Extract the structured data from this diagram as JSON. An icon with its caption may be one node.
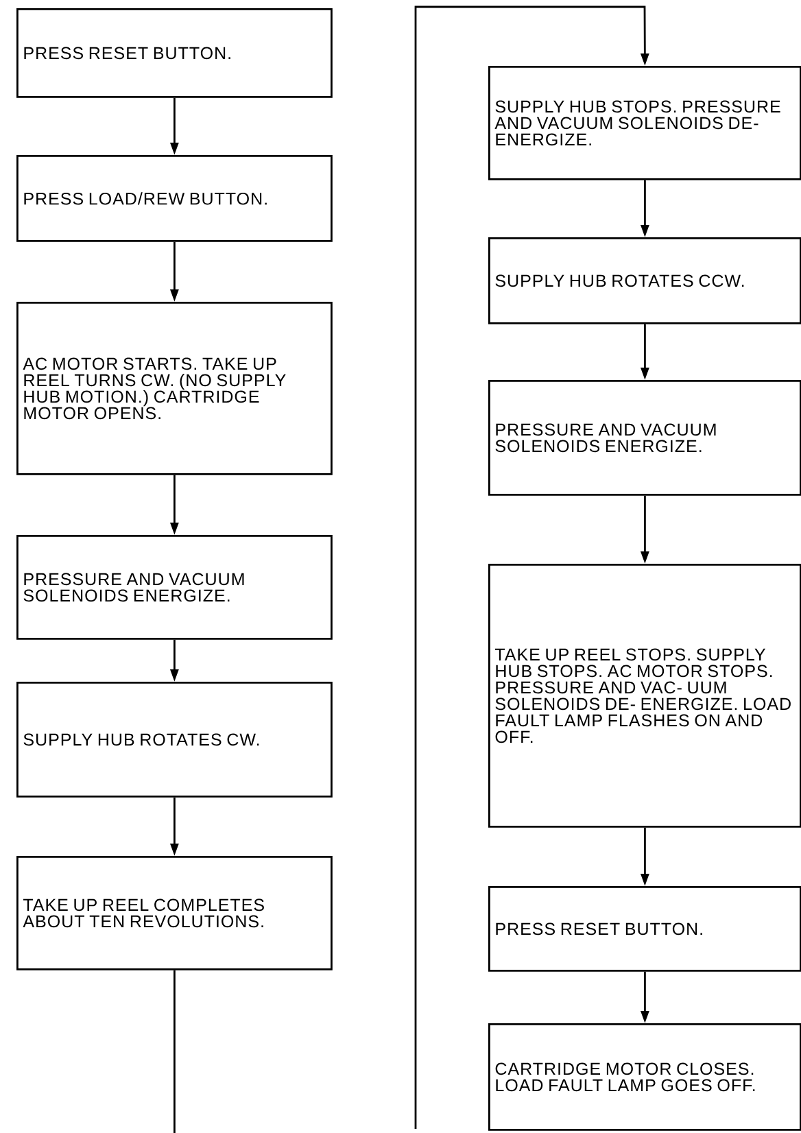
{
  "diagram": {
    "nodes": [
      {
        "text": [
          "PRESS RESET BUTTON."
        ]
      },
      {
        "text": [
          "PRESS LOAD/REW BUTTON."
        ]
      },
      {
        "text": [
          "AC MOTOR STARTS. TAKE UP REEL TURNS CW. (NO SUPPLY HUB MOTION.) CARTRIDGE MOTOR OPENS."
        ]
      },
      {
        "text": [
          "PRESSURE AND VACUUM SOLENOIDS ENERGIZE."
        ]
      },
      {
        "text": [
          "SUPPLY HUB ROTATES CW."
        ]
      },
      {
        "text": [
          "TAKE UP REEL COMPLETES ABOUT TEN REVOLUTIONS."
        ]
      },
      {
        "text": [
          "SUPPLY HUB STOPS. PRESSURE AND VACUUM SOLENOIDS DE-ENERGIZE."
        ]
      },
      {
        "text": [
          "SUPPLY HUB ROTATES CCW."
        ]
      },
      {
        "text": [
          "PRESSURE AND VACUUM SOLENOIDS ENERGIZE."
        ]
      },
      {
        "text": [
          "TAKE UP REEL STOPS. SUPPLY HUB STOPS. AC MOTOR STOPS. PRESSURE AND VAC- UUM SOLENOIDS DE- ENERGIZE. LOAD FAULT LAMP FLASHES ON AND OFF."
        ]
      },
      {
        "text": [
          "PRESS RESET BUTTON."
        ]
      },
      {
        "text": [
          "CARTRIDGE MOTOR CLOSES. LOAD FAULT LAMP GOES OFF."
        ]
      }
    ],
    "edges": [
      {
        "from": 0,
        "to": 1,
        "arrow": "to"
      },
      {
        "from": 1,
        "to": 2,
        "arrow": "to"
      },
      {
        "from": 2,
        "to": 3,
        "arrow": "to"
      },
      {
        "from": 3,
        "to": 4,
        "arrow": "to"
      },
      {
        "from": 4,
        "to": 5,
        "arrow": "to"
      },
      {
        "from": 5,
        "to": null,
        "arrow": "none"
      },
      {
        "from": null,
        "to": 6,
        "arrow": "to"
      },
      {
        "from": 6,
        "to": 7,
        "arrow": "to"
      },
      {
        "from": 7,
        "to": 8,
        "arrow": "to"
      },
      {
        "from": 8,
        "to": 9,
        "arrow": "to"
      },
      {
        "from": 9,
        "to": 10,
        "arrow": "to"
      },
      {
        "from": 10,
        "to": 11,
        "arrow": "to"
      }
    ]
  }
}
